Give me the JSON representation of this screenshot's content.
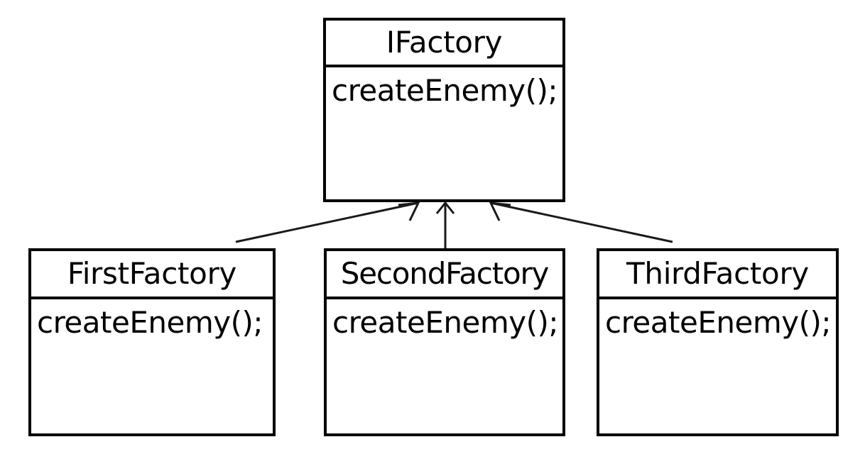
{
  "diagram": {
    "type": "uml-class-diagram",
    "notation": "generalization",
    "background_color": "#ffffff",
    "line_color": "#000000",
    "text_color": "#000000"
  },
  "classes": [
    {
      "id": "ifactory",
      "name": "IFactory",
      "role": "interface",
      "members": [
        "createEnemy();"
      ]
    },
    {
      "id": "firstfactory",
      "name": "FirstFactory",
      "role": "implementation",
      "members": [
        "createEnemy();"
      ]
    },
    {
      "id": "secondfactory",
      "name": "SecondFactory",
      "role": "implementation",
      "members": [
        "createEnemy();"
      ]
    },
    {
      "id": "thirdfactory",
      "name": "ThirdFactory",
      "role": "implementation",
      "members": [
        "createEnemy();"
      ]
    }
  ],
  "relationships": [
    {
      "id": "rel-first",
      "from": "FirstFactory",
      "to": "IFactory",
      "kind": "generalization"
    },
    {
      "id": "rel-second",
      "from": "SecondFactory",
      "to": "IFactory",
      "kind": "generalization"
    },
    {
      "id": "rel-third",
      "from": "ThirdFactory",
      "to": "IFactory",
      "kind": "generalization"
    }
  ]
}
